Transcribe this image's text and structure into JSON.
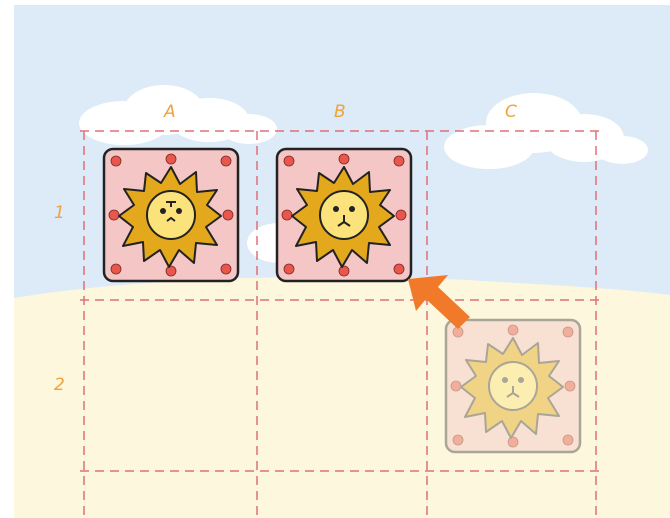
{
  "board": {
    "columns": [
      "A",
      "B",
      "C"
    ],
    "rows": [
      "1",
      "2"
    ]
  },
  "tiles": [
    {
      "name": "tile-a1",
      "cell": "A1",
      "state": "placed"
    },
    {
      "name": "tile-b1",
      "cell": "B1",
      "state": "placed"
    },
    {
      "name": "tile-c2",
      "cell": "C2",
      "state": "dragging"
    }
  ],
  "colors": {
    "sky": "#dcebf7",
    "ground": "#fdf7dd",
    "grid_line": "#e0707a",
    "tile_fill": "#f4c6c6",
    "tile_stroke": "#222222",
    "sun_rays": "#e3a81c",
    "sun_face": "#fbe27a",
    "dots": "#e8564c",
    "arrow": "#f07a2a",
    "label": "#f0a23c"
  },
  "arrow_icon": "drag-arrow-icon"
}
